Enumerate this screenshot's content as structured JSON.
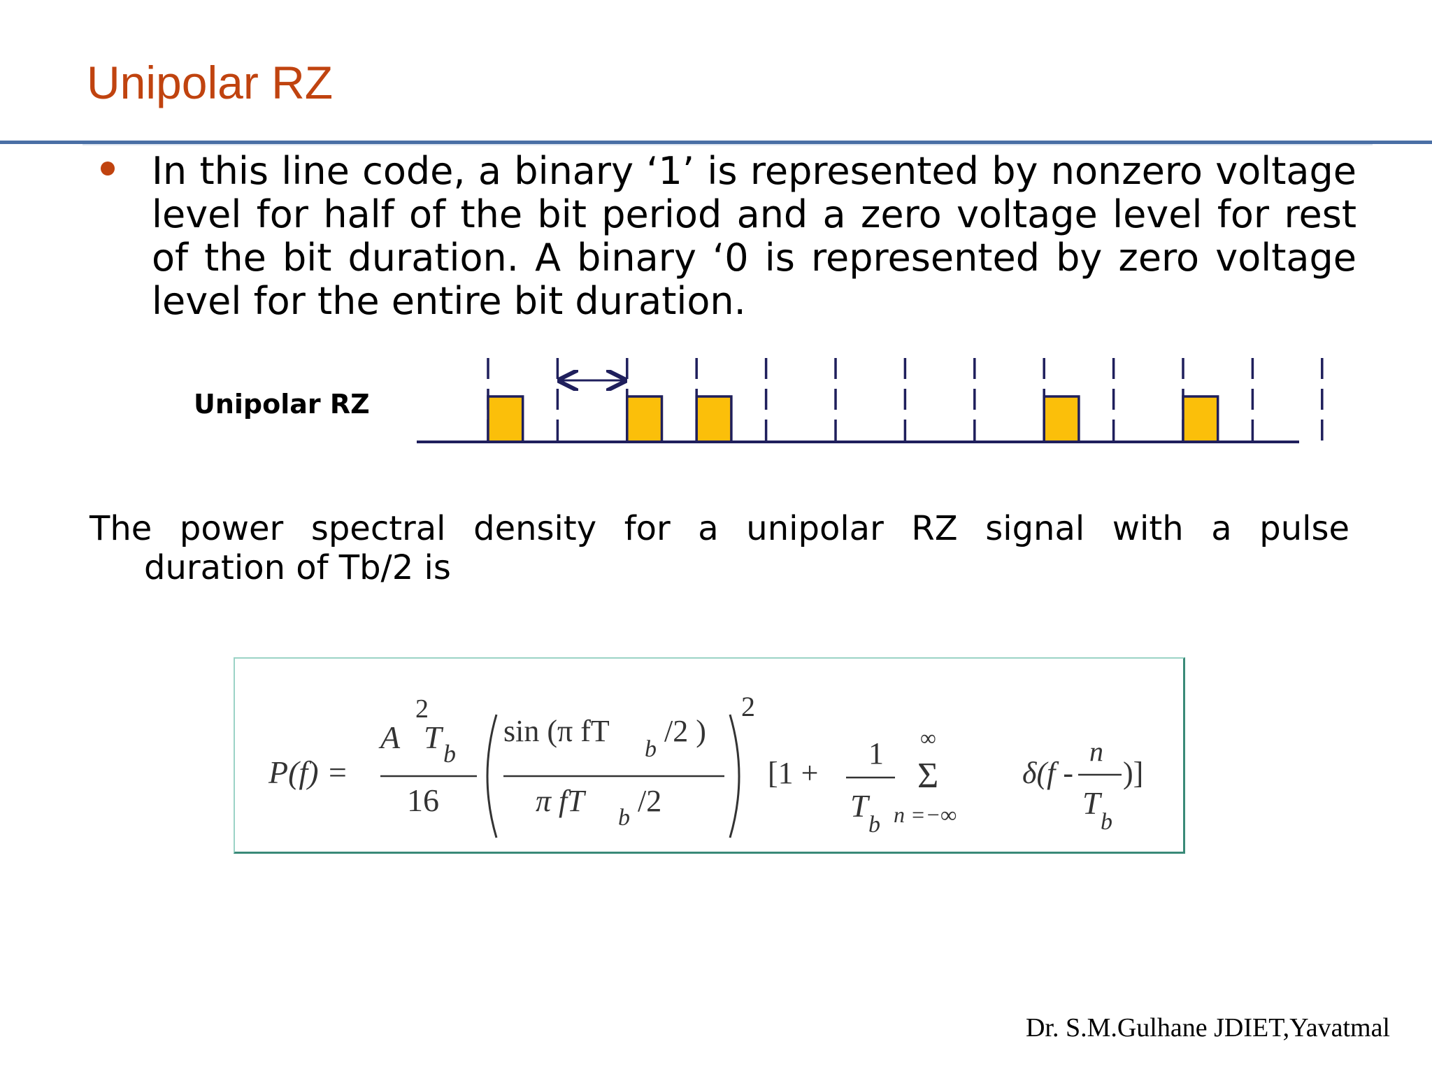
{
  "slide": {
    "title": "Unipolar RZ",
    "bullet": "In this line code, a binary ‘1’ is represented by nonzero voltage level for half of the bit period and a zero voltage level for rest of the bit duration. A binary ‘0 is represented by zero voltage level for the entire bit duration.",
    "psd_line1": "The power spectral density for a unipolar RZ signal with a pulse",
    "psd_line2": "duration of Tb/2 is",
    "footer": "Dr. S.M.Gulhane JDIET,Yavatmal"
  },
  "waveform": {
    "label": "Unipolar RZ",
    "bits": [
      1,
      0,
      1,
      1,
      0,
      0,
      0,
      0,
      1,
      0,
      1,
      0
    ],
    "pulse_color": "#fbbf0a",
    "line_color": "#1f1f5c"
  },
  "formula": {
    "lhs": "P(f) =",
    "coef_num_A": "A",
    "coef_num_exp": "2",
    "coef_num_T": "T",
    "coef_num_sub": "b",
    "coef_den": "16",
    "sinc_num": "sin (π fT",
    "sinc_num_sub": "b",
    "sinc_num_tail": "/2 )",
    "sinc_den": "π fT",
    "sinc_den_sub": "b",
    "sinc_den_tail": "/2",
    "outer_exp": "2",
    "bracket_open": "[1 +",
    "frac_one": "1",
    "frac_T": "T",
    "frac_T_sub": "b",
    "sum_top": "∞",
    "sum_sym": "Σ",
    "sum_bottom": "n =−∞",
    "delta": "δ(f -",
    "delta_num": "n",
    "delta_den": "T",
    "delta_den_sub": "b",
    "bracket_close": ")]"
  }
}
